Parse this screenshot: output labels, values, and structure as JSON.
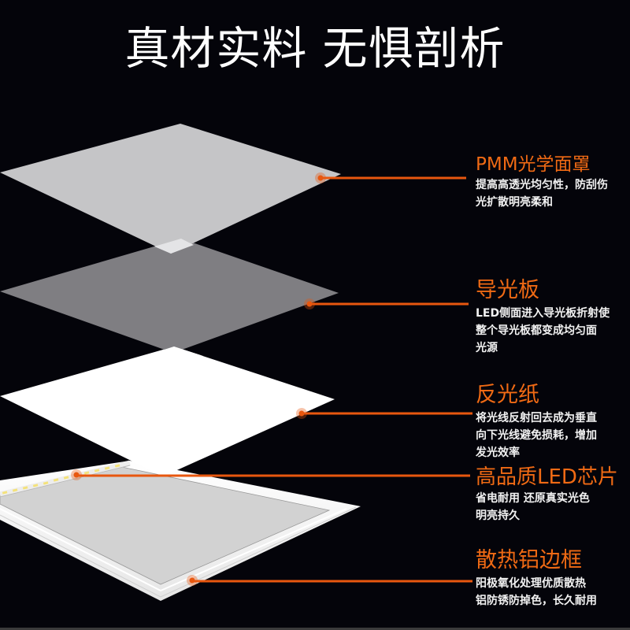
{
  "header": {
    "title": "真材实料 无惧剖析"
  },
  "colors": {
    "background": "#04040a",
    "accent": "#e8570f",
    "layer_pmma": "#c5c5c7",
    "layer_light_guide": "#7f7e82",
    "layer_reflector": "#ffffff",
    "frame_inner": "#d2d2d2",
    "frame_edge": "#f4f4f4",
    "led_chip": "#f4e27a"
  },
  "layers": [
    {
      "id": "pmma",
      "title": "PMM光学面罩",
      "desc_lines": [
        "提高高透光均匀性，防刮伤",
        "光扩散明亮柔和"
      ]
    },
    {
      "id": "light_guide",
      "title": "导光板",
      "desc_lines": [
        "LED侧面进入导光板折射使",
        "整个导光板都变成均匀面",
        "光源"
      ]
    },
    {
      "id": "reflector",
      "title": "反光纸",
      "desc_lines": [
        "将光线反射回去成为垂直",
        "向下光线避免损耗，增加",
        "发光效率"
      ]
    },
    {
      "id": "led",
      "title": "高品质LED芯片",
      "desc_lines": [
        "省电耐用 还原真实光色",
        "明亮持久"
      ]
    },
    {
      "id": "frame",
      "title": "散热铝边框",
      "desc_lines": [
        "阳极氧化处理优质散热",
        "铝防锈防掉色，长久耐用"
      ]
    }
  ]
}
